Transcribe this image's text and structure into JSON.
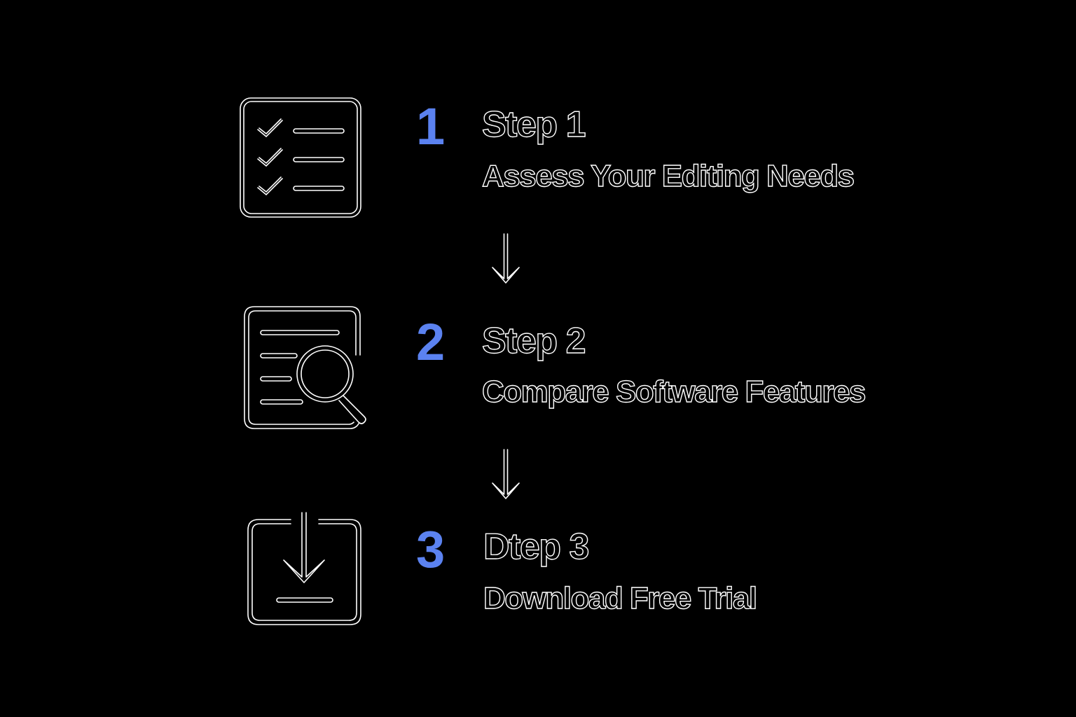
{
  "steps": [
    {
      "number": "1",
      "title": "Step 1",
      "subtitle": "Assess Your Editing Needs",
      "icon": "checklist-icon"
    },
    {
      "number": "2",
      "title": "Step 2",
      "subtitle": "Compare Software Features",
      "icon": "document-search-icon"
    },
    {
      "number": "3",
      "title": "Dtep 3",
      "subtitle": "Download Free Trial",
      "icon": "download-icon"
    }
  ],
  "connectors": [
    "arrow-down-icon",
    "arrow-down-icon"
  ],
  "colors": {
    "background": "#000000",
    "accent": "#5b82f0",
    "outline": "#ffffff"
  }
}
